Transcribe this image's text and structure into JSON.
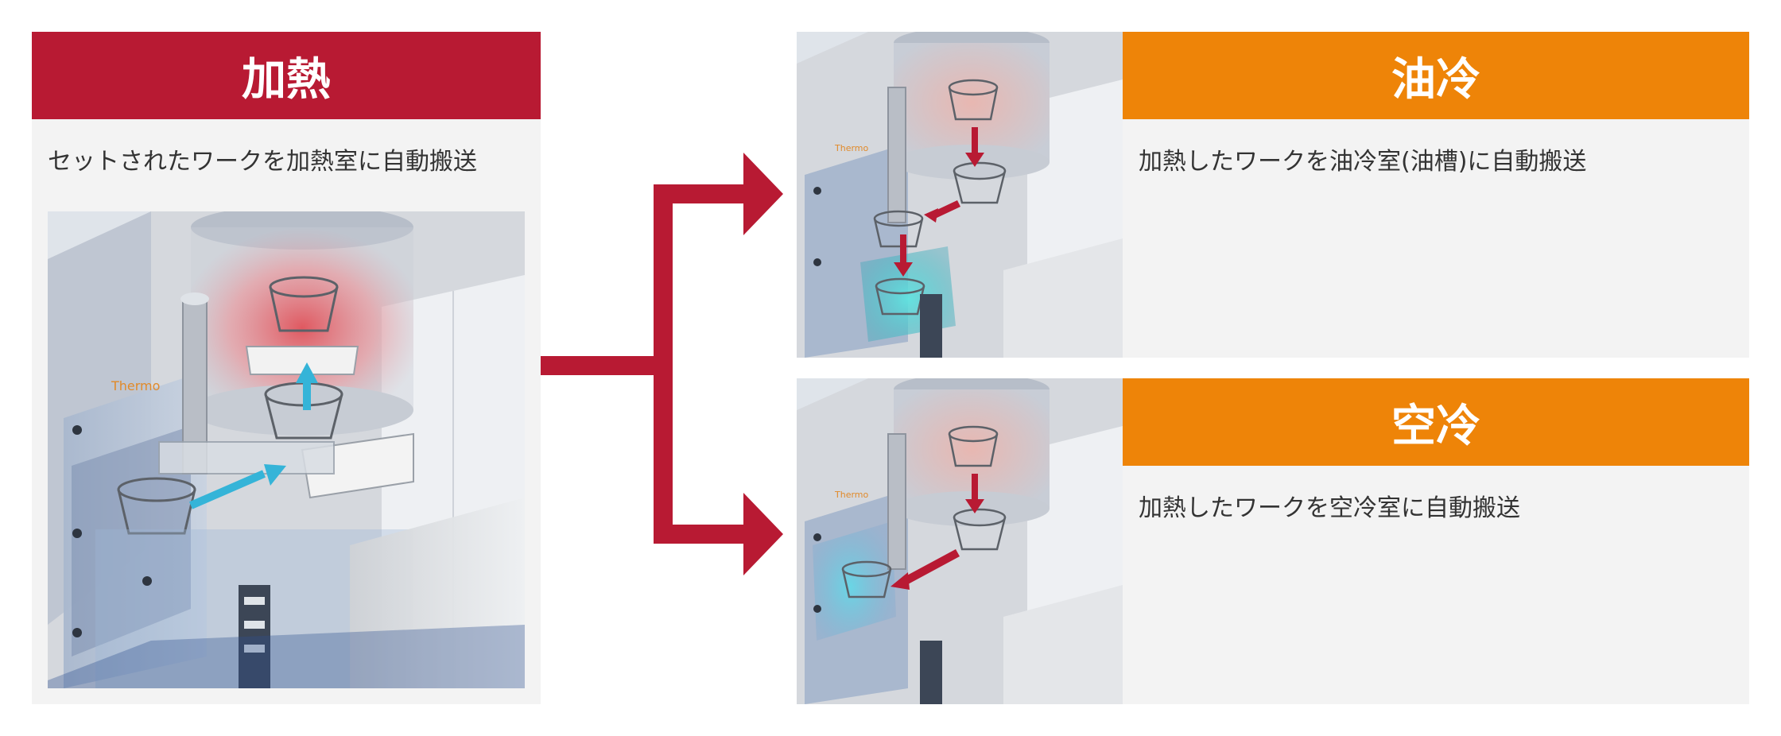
{
  "colors": {
    "heating_accent": "#b81a33",
    "cooling_accent": "#ee8408",
    "panel_bg": "#f3f3f3",
    "flow_arrow": "#b81a33",
    "work_arrow": "#35b4d8"
  },
  "heating": {
    "title": "加熱",
    "description": "セットされたワークを加熱室に自動搬送",
    "brand": "Thermo"
  },
  "oil_cooling": {
    "title": "油冷",
    "description": "加熱したワークを油冷室(油槽)に自動搬送"
  },
  "air_cooling": {
    "title": "空冷",
    "description": "加熱したワークを空冷室に自動搬送"
  }
}
